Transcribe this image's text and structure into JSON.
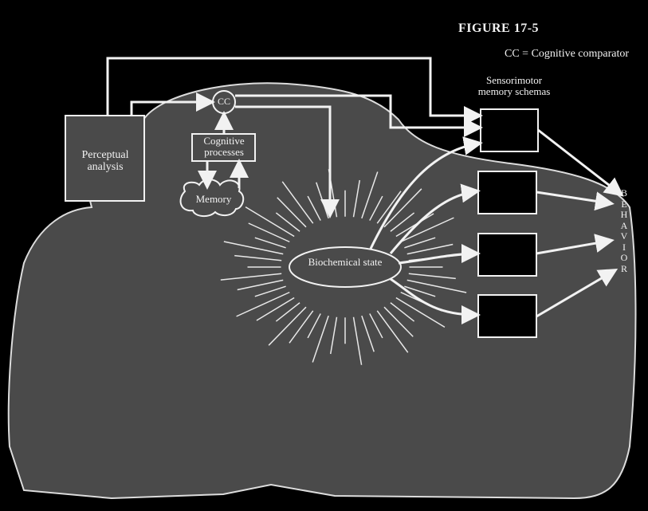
{
  "figure_label": "FIGURE  17-5",
  "legend": "CC = Cognitive comparator",
  "nodes": {
    "perceptual_analysis": "Perceptual analysis",
    "cc": "CC",
    "cognitive_processes": "Cognitive processes",
    "memory": "Memory",
    "biochemical_state": "Biochemical state",
    "sensorimotor_schemas": "Sensorimotor memory schemas",
    "behavior": [
      "B",
      "E",
      "H",
      "A",
      "V",
      "I",
      "O",
      "R"
    ]
  },
  "colors": {
    "background": "#000000",
    "figure": "#4a4a4a",
    "lines": "#f2f2f2"
  }
}
